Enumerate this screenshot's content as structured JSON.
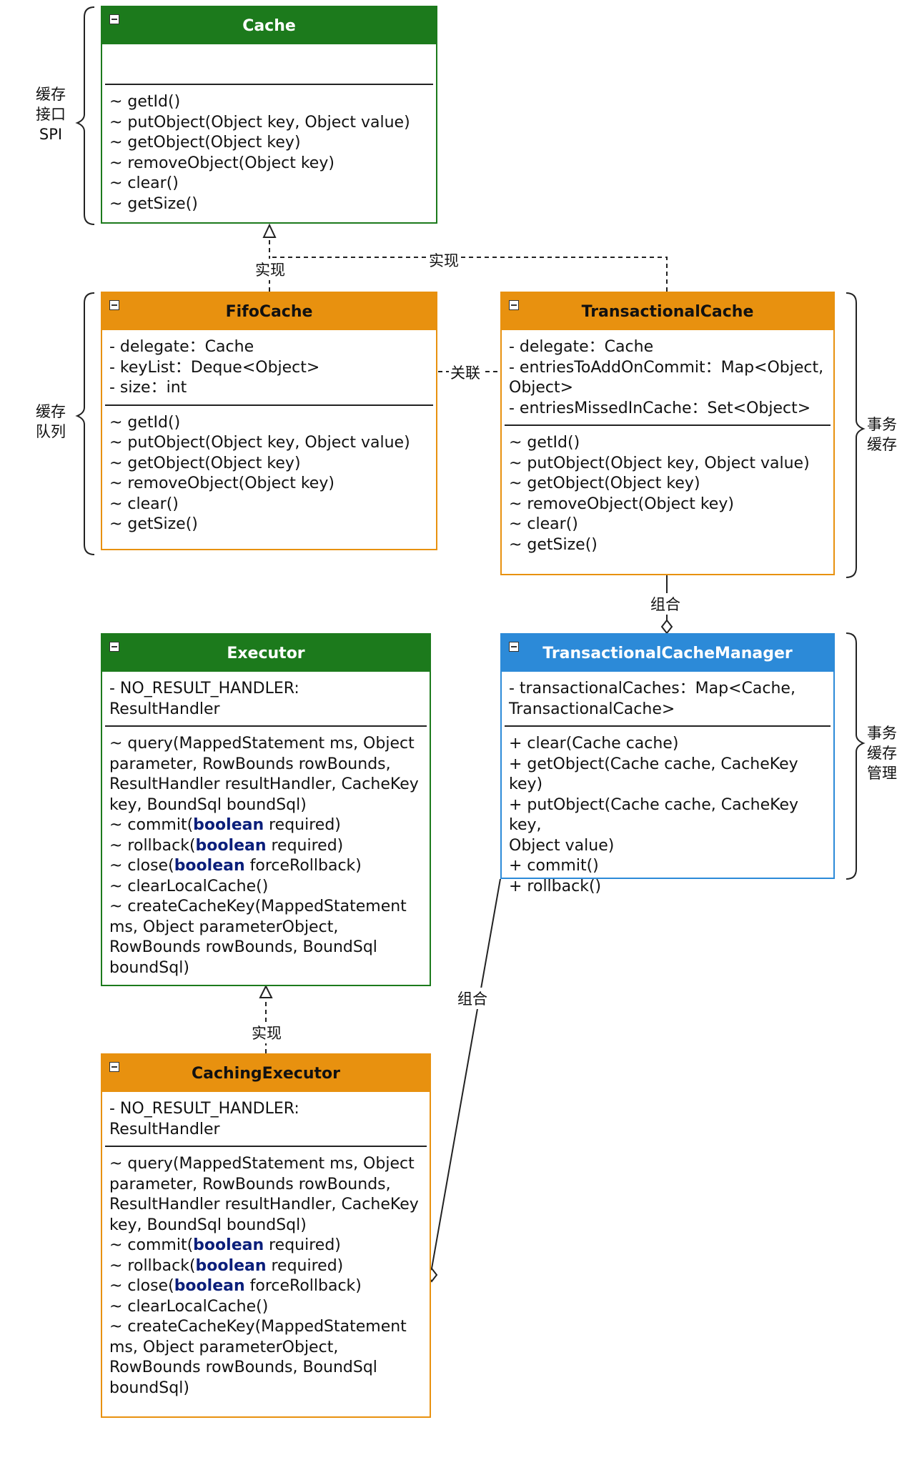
{
  "classes": {
    "cache": {
      "title": "Cache",
      "fields": [],
      "methods": [
        "~ getId()",
        "~ putObject(Object key, Object value)",
        "~ getObject(Object key)",
        "~ removeObject(Object key)",
        "~ clear()",
        "~ getSize()"
      ],
      "color": "#1c7a1c"
    },
    "fifo": {
      "title": "FifoCache",
      "fields": [
        "- delegate：Cache",
        "- keyList：Deque<Object>",
        "- size：int"
      ],
      "methods": [
        "~ getId()",
        "~ putObject(Object key, Object value)",
        "~ getObject(Object key)",
        "~ removeObject(Object key)",
        "~ clear()",
        "~ getSize()"
      ],
      "color": "#e8910f"
    },
    "transactional": {
      "title": "TransactionalCache",
      "fields": [
        "- delegate：Cache",
        "- entriesToAddOnCommit：Map<Object,\nObject>",
        "- entriesMissedInCache：Set<Object>"
      ],
      "methods": [
        "~ getId()",
        "~ putObject(Object key, Object value)",
        "~ getObject(Object key)",
        "~ removeObject(Object key)",
        "~ clear()",
        "~ getSize()"
      ],
      "color": "#e8910f"
    },
    "manager": {
      "title": "TransactionalCacheManager",
      "fields": [
        "- transactionalCaches：Map<Cache,\nTransactionalCache>"
      ],
      "methods": [
        "+ clear(Cache cache)",
        "+ getObject(Cache cache, CacheKey key)",
        "+ putObject(Cache cache, CacheKey key,\nObject value)",
        "+ commit()",
        "+ rollback()"
      ],
      "color": "#2c8ad8"
    },
    "executor": {
      "title": "Executor",
      "fields": [
        "- NO_RESULT_HANDLER:\nResultHandler"
      ],
      "methods": [
        "~ query(MappedStatement ms, Object\nparameter, RowBounds rowBounds,\nResultHandler resultHandler, CacheKey\nkey, BoundSql boundSql)",
        "~ commit(|boolean| required)",
        "~ rollback(|boolean| required)",
        "~ close(|boolean| forceRollback)",
        "~ clearLocalCache()",
        "~ createCacheKey(MappedStatement\nms, Object parameterObject,\nRowBounds rowBounds, BoundSql\nboundSql)"
      ],
      "color": "#1c7a1c"
    },
    "caching": {
      "title": "CachingExecutor",
      "fields": [
        "- NO_RESULT_HANDLER:\nResultHandler"
      ],
      "methods": [
        "~ query(MappedStatement ms, Object\nparameter, RowBounds rowBounds,\nResultHandler resultHandler, CacheKey\nkey, BoundSql boundSql)",
        "~ commit(|boolean| required)",
        "~ rollback(|boolean| required)",
        "~ close(|boolean| forceRollback)",
        "~ clearLocalCache()",
        "~ createCacheKey(MappedStatement\nms, Object parameterObject,\nRowBounds rowBounds, BoundSql\nboundSql)"
      ],
      "color": "#e8910f"
    }
  },
  "group_labels": {
    "spi": "缓存\n接口\nSPI",
    "queue": "缓存\n队列",
    "tx_cache": "事务\n缓存",
    "tx_manager": "事务\n缓存\n管理"
  },
  "edge_labels": {
    "fifo_impl": "实现",
    "tx_impl": "实现",
    "assoc": "关联",
    "compose_tx": "组合",
    "compose_exec": "组合",
    "exec_impl": "实现"
  }
}
